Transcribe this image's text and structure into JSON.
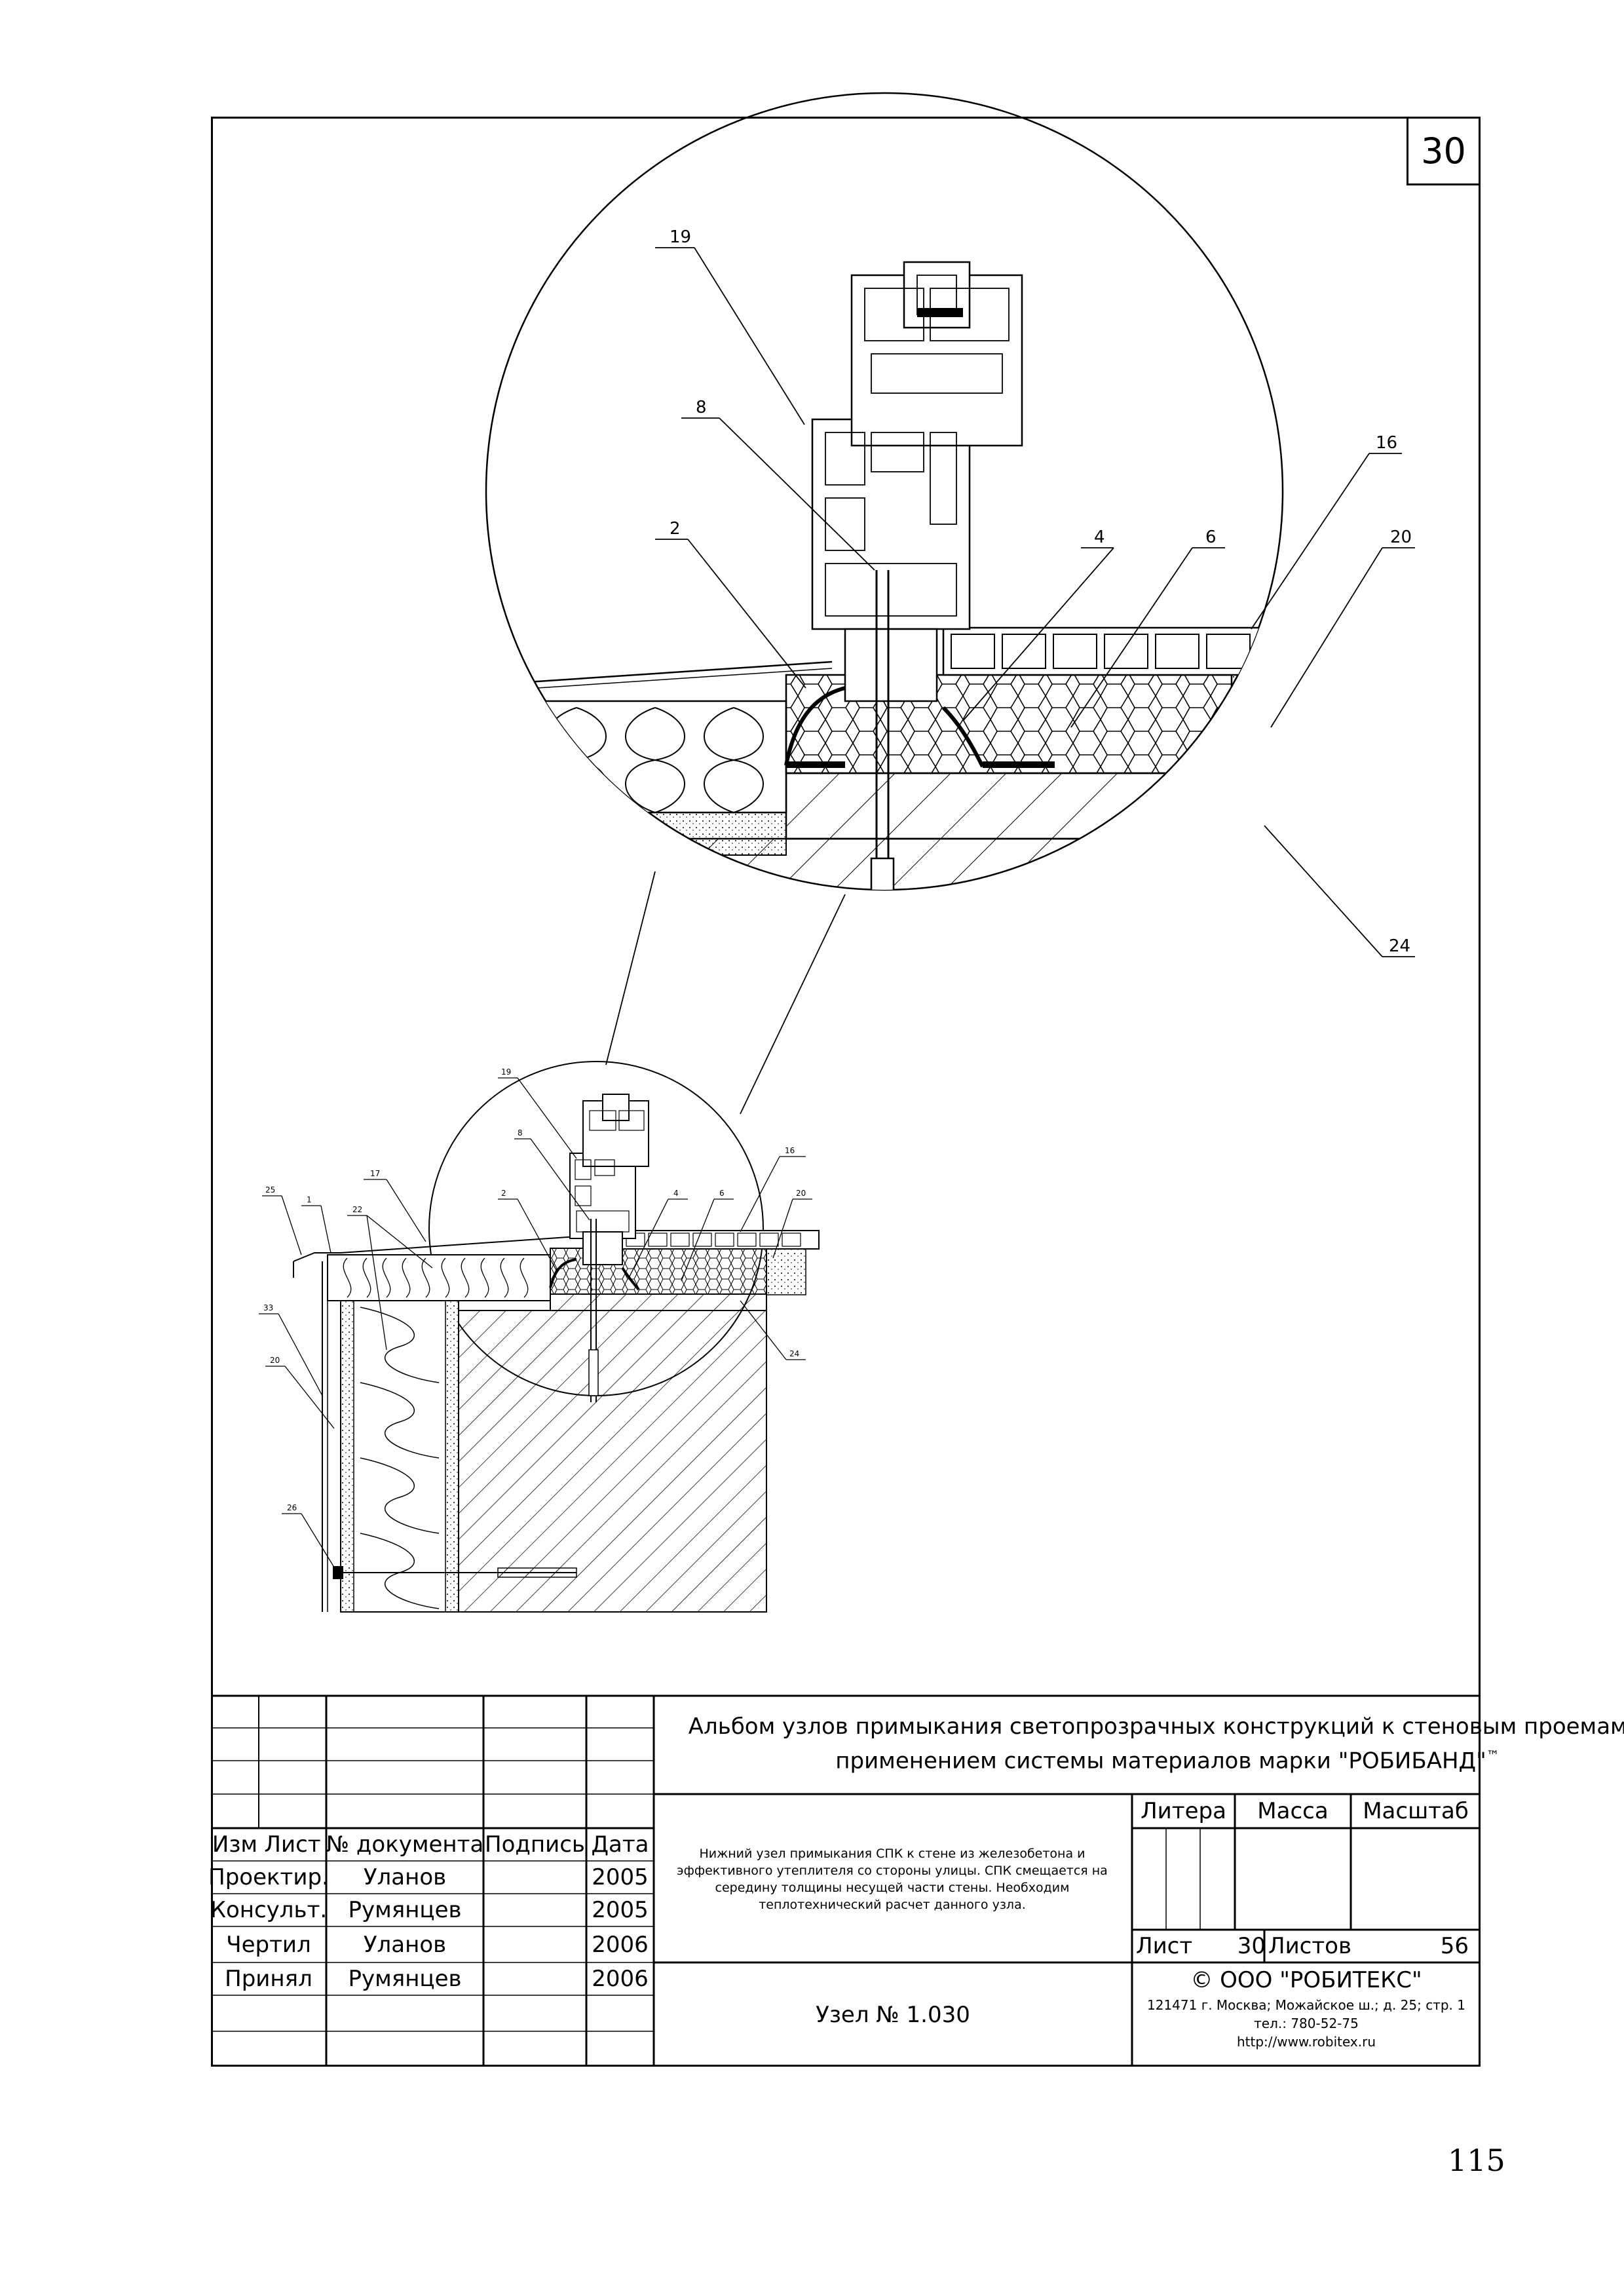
{
  "sheet_number": "30",
  "page_number": "115",
  "callouts_detail": [
    "19",
    "8",
    "2",
    "4",
    "6",
    "16",
    "20",
    "24"
  ],
  "callouts_overview": [
    "19",
    "8",
    "2",
    "4",
    "6",
    "16",
    "20",
    "25",
    "1",
    "17",
    "22",
    "33",
    "20",
    "26",
    "24"
  ],
  "title_block": {
    "album_title": "Альбом узлов примыкания светопрозрачных конструкций к стеновым проемам с применением системы материалов марки \"РОБИБАНД\"",
    "trademark": "™",
    "headers": {
      "izm": "Изм",
      "list": "Лист",
      "doc_no": "№ документа",
      "signature": "Подпись",
      "date": "Дата"
    },
    "signatures": [
      {
        "role": "Проектир.",
        "name": "Уланов",
        "date": "2005"
      },
      {
        "role": "Консульт.",
        "name": "Румянцев",
        "date": "2005"
      },
      {
        "role": "Чертил",
        "name": "Уланов",
        "date": "2006"
      },
      {
        "role": "Принял",
        "name": "Румянцев",
        "date": "2006"
      }
    ],
    "description": "Нижний узел примыкания СПК к стене из железобетона и эффективного утеплителя со стороны улицы. СПК смещается на середину толщины несущей части стены. Необходим теплотехнический расчет данного узла.",
    "node_label": "Узел № 1.030",
    "litera_label": "Литера",
    "massa_label": "Масса",
    "masshtab_label": "Масштаб",
    "list_label": "Лист",
    "list_value": "30",
    "listov_label": "Листов",
    "listov_value": "56",
    "company": "©  ООО \"РОБИТЕКС\"",
    "address": "121471 г. Москва; Можайское ш.; д. 25; стр. 1",
    "phone": "тел.: 780-52-75",
    "website": "http://www.robitex.ru"
  }
}
